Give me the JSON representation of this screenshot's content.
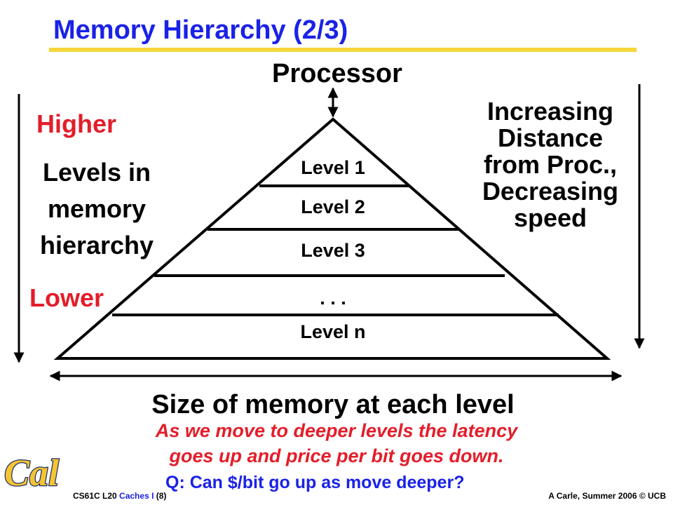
{
  "title": "Memory Hierarchy (2/3)",
  "colors": {
    "title_blue": "#1a22e6",
    "accent_yellow": "#f5d63a",
    "emphasis_red": "#e41d2a",
    "logo_gold": "#f5c431",
    "logo_navy": "#1c2f6b"
  },
  "processor_label": "Processor",
  "left_axis": {
    "top_label": "Higher",
    "lines": [
      "Levels in",
      "memory",
      "hierarchy"
    ],
    "bottom_label": "Lower"
  },
  "right_axis": {
    "lines": [
      "Increasing",
      "Distance",
      "from Proc.,",
      "Decreasing",
      "speed"
    ]
  },
  "levels": [
    "Level 1",
    "Level 2",
    "Level 3",
    ". . .",
    "Level n"
  ],
  "size_label": "Size of memory at each level",
  "note_lines": [
    "As we move to deeper levels the latency",
    "goes up and price per bit goes down."
  ],
  "question": "Q: Can $/bit go up as move deeper?",
  "footer": {
    "course": "CS61C L20",
    "topic": "Caches I",
    "page": "(8)",
    "credit": "A Carle, Summer 2006 © UCB"
  },
  "logo_icon": "cal-logo-icon"
}
